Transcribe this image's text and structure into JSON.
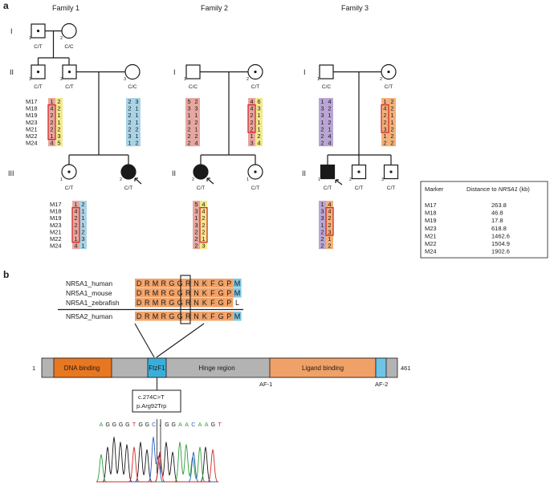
{
  "panel_a": {
    "label": "a",
    "families": [
      "Family 1",
      "Family 2",
      "Family 3"
    ],
    "generations": [
      "I",
      "II",
      "III"
    ],
    "markers": [
      "M17",
      "M18",
      "M19",
      "M23",
      "M21",
      "M22",
      "M24"
    ],
    "genotypes": {
      "ct": "C/T",
      "cc": "C/C"
    },
    "colors": {
      "green": "#b5d98a",
      "blue": "#a9d3e6",
      "pink": "#e6a7a0",
      "yellow": "#f3e98a",
      "purple": "#b9a6d4",
      "orange": "#f2b27a",
      "red_box": "#d62828"
    },
    "family1": {
      "II_1": [
        [
          "1",
          "2"
        ],
        [
          "4",
          "2"
        ],
        [
          "2",
          "1"
        ],
        [
          "2",
          "1"
        ],
        [
          "2",
          "2"
        ],
        [
          "1",
          "3"
        ],
        [
          "4",
          "5"
        ]
      ],
      "II_3": [
        [
          "2",
          "3"
        ],
        [
          "2",
          "1"
        ],
        [
          "2",
          "1"
        ],
        [
          "2",
          "1"
        ],
        [
          "2",
          "2"
        ],
        [
          "3",
          "1"
        ],
        [
          "1",
          "2"
        ]
      ],
      "III_2": [
        [
          "1",
          "2"
        ],
        [
          "4",
          "1"
        ],
        [
          "2",
          "1"
        ],
        [
          "2",
          "1"
        ],
        [
          "3",
          "2"
        ],
        [
          "1",
          "3"
        ],
        [
          "4",
          "1"
        ]
      ]
    },
    "family2": {
      "I_1": [
        [
          "5",
          "2"
        ],
        [
          "3",
          "3"
        ],
        [
          "1",
          "1"
        ],
        [
          "3",
          "2"
        ],
        [
          "2",
          "1"
        ],
        [
          "2",
          "2"
        ],
        [
          "2",
          "4"
        ]
      ],
      "I_2": [
        [
          "4",
          "6"
        ],
        [
          "4",
          "3"
        ],
        [
          "2",
          "1"
        ],
        [
          "2",
          "1"
        ],
        [
          "2",
          "1"
        ],
        [
          "1",
          "2"
        ],
        [
          "3",
          "4"
        ]
      ],
      "II_2": [
        [
          "5",
          "4"
        ],
        [
          "3",
          "4"
        ],
        [
          "1",
          "2"
        ],
        [
          "3",
          "2"
        ],
        [
          "2",
          "2"
        ],
        [
          "2",
          "1"
        ],
        [
          "2",
          "3"
        ]
      ]
    },
    "family3": {
      "I_1": [
        [
          "1",
          "4"
        ],
        [
          "3",
          "2"
        ],
        [
          "3",
          "1"
        ],
        [
          "1",
          "2"
        ],
        [
          "2",
          "1"
        ],
        [
          "2",
          "4"
        ],
        [
          "2",
          "4"
        ]
      ],
      "I_2": [
        [
          "1",
          "2"
        ],
        [
          "4",
          "2"
        ],
        [
          "2",
          "1"
        ],
        [
          "2",
          "1"
        ],
        [
          "3",
          "2"
        ],
        [
          "1",
          "2"
        ],
        [
          "2",
          "2"
        ]
      ],
      "II_1": [
        [
          "1",
          "4"
        ],
        [
          "3",
          "4"
        ],
        [
          "3",
          "2"
        ],
        [
          "1",
          "2"
        ],
        [
          "2",
          "3"
        ],
        [
          "2",
          "1"
        ],
        [
          "2",
          "2"
        ]
      ]
    },
    "table": {
      "headers": [
        "Marker",
        "Distance to ",
        "NR5A1",
        " (kb)"
      ],
      "rows": [
        [
          "M17",
          "263.8"
        ],
        [
          "M18",
          "46.8"
        ],
        [
          "M19",
          "17.8"
        ],
        [
          "M23",
          "618.8"
        ],
        [
          "M21",
          "1462.6"
        ],
        [
          "M22",
          "1504.9"
        ],
        [
          "M24",
          "1902.6"
        ]
      ]
    }
  },
  "panel_b": {
    "label": "b",
    "species": [
      "NR5A1_human",
      "NR5A1_mouse",
      "NR5A1_zebrafish",
      "NR5A2_human"
    ],
    "sequences": [
      "DRMRGGRNKFGPM",
      "DRMRGGRNKFGPM",
      "DRMRGGRNKFGPL",
      "DRMRGGRNKFGPM"
    ],
    "domains": {
      "dna": "DNA binding",
      "ftz": "FtzF1",
      "hinge": "Hinge region",
      "ligand": "Ligand binding"
    },
    "start": "1",
    "end": "461",
    "af1": "AF-1",
    "af2": "AF-2",
    "mutation": [
      "c.274C>T",
      "p.Arg92Trp"
    ],
    "chromatogram": [
      "A",
      "G",
      "G",
      "G",
      "G",
      "T",
      "G",
      "G",
      "C",
      "/",
      "G",
      "G",
      "A",
      "A",
      "C",
      "A",
      "A",
      "G",
      "T"
    ]
  }
}
